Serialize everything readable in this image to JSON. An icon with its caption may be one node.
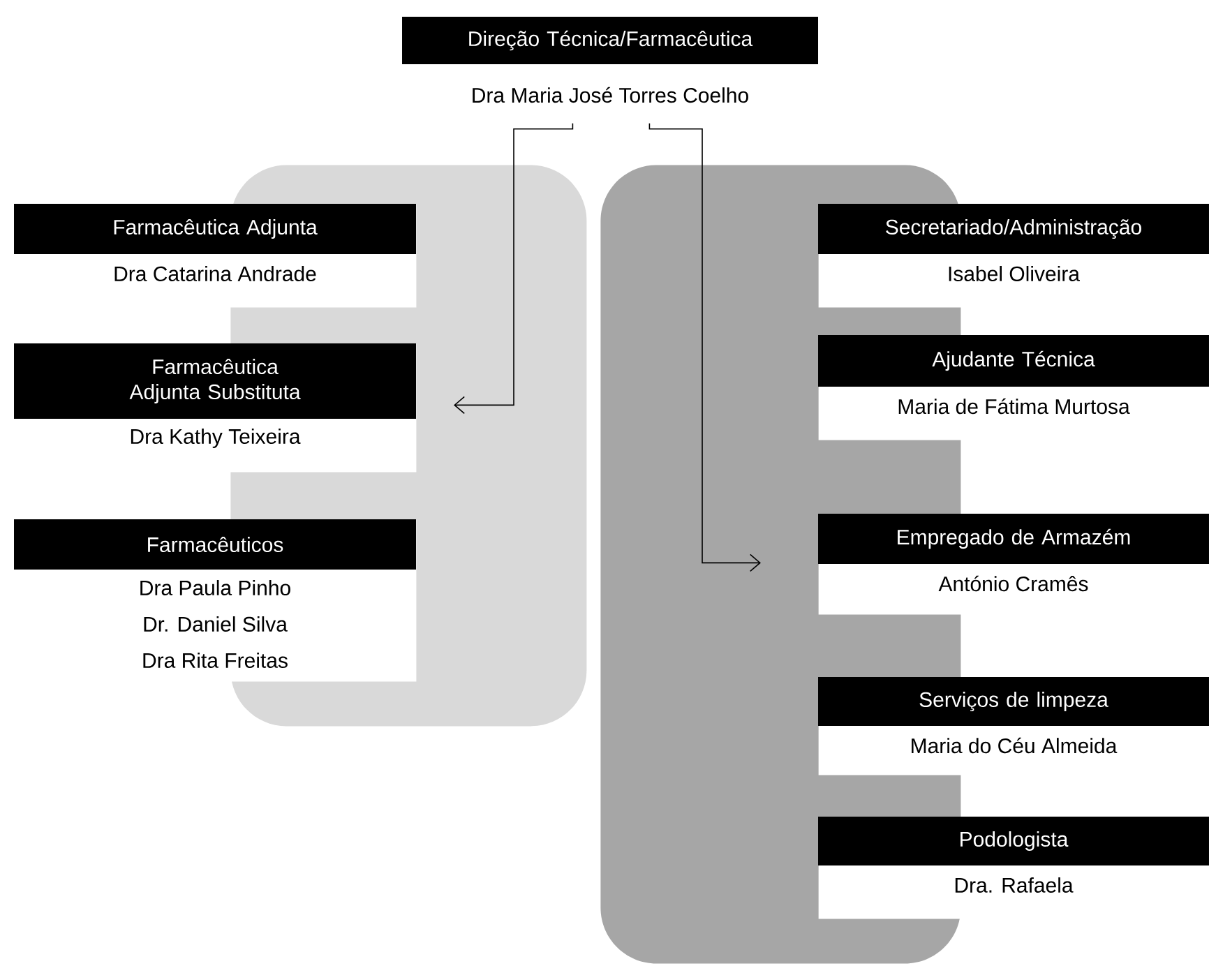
{
  "diagram": {
    "nodes": [
      {
        "text": [
          "Direção Técnica/Farmacêutica",
          "Dra Maria José Torres Coelho"
        ]
      },
      {
        "text": [],
        "shape": "box"
      },
      {
        "text": [
          "Farmacêutica Adjunta",
          "Dra Catarina Andrade"
        ]
      },
      {
        "text": [
          "Farmacêutica Adjunta Substituta",
          "Dra Kathy Teixeira"
        ]
      },
      {
        "text": [
          "Farmacêuticos",
          "Dra Paula Pinho",
          "Dr. Daniel Silva",
          "Dra Rita Freitas"
        ]
      },
      {
        "text": [],
        "shape": "box"
      },
      {
        "text": [
          "Secretariado/Administração",
          "Isabel Oliveira"
        ]
      },
      {
        "text": [
          "Ajudante Técnica",
          "Maria de Fátima Murtosa"
        ]
      },
      {
        "text": [
          "Empregado de Armazém",
          "António Cramês"
        ]
      },
      {
        "text": [
          "Serviços de limpeza",
          "Maria do Céu Almeida"
        ]
      },
      {
        "text": [
          "Podologista",
          "Dra. Rafaela"
        ]
      }
    ],
    "edges": [
      {
        "from": 0,
        "to": 1,
        "arrow": "to"
      },
      {
        "from": 0,
        "to": 5,
        "arrow": "to"
      }
    ]
  }
}
